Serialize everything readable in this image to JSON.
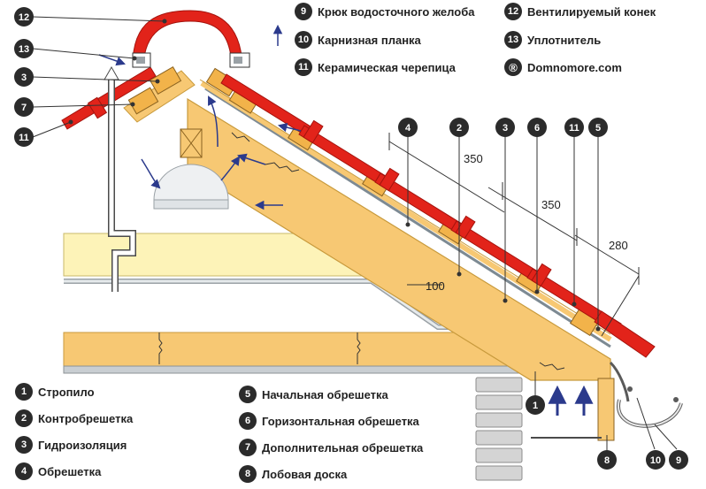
{
  "callouts": {
    "c12": "12",
    "c13": "13",
    "c3": "3",
    "c7": "7",
    "c11": "11",
    "r4": "4",
    "r2": "2",
    "r3": "3",
    "r6": "6",
    "r11": "11",
    "r5": "5",
    "b1": "1",
    "b8": "8",
    "b10": "10",
    "b9": "9"
  },
  "dimensions": {
    "d350a": "350",
    "d350b": "350",
    "d280": "280",
    "d100": "100"
  },
  "legend_top": [
    {
      "num": "9",
      "label": "Крюк водосточного желоба"
    },
    {
      "num": "10",
      "label": "Карнизная планка"
    },
    {
      "num": "11",
      "label": "Керамическая черепица"
    },
    {
      "num": "12",
      "label": "Вентилируемый конек"
    },
    {
      "num": "13",
      "label": "Уплотнитель"
    }
  ],
  "site": {
    "symbol": "®",
    "label": "Domnomore.com"
  },
  "legend_bottom": [
    {
      "num": "1",
      "label": "Стропило"
    },
    {
      "num": "2",
      "label": "Контробрешетка"
    },
    {
      "num": "3",
      "label": "Гидроизоляция"
    },
    {
      "num": "4",
      "label": "Обрешетка"
    },
    {
      "num": "5",
      "label": "Начальная обрешетка"
    },
    {
      "num": "6",
      "label": "Горизонтальная обрешетка"
    },
    {
      "num": "7",
      "label": "Дополнительная обрешетка"
    },
    {
      "num": "8",
      "label": "Лобовая доска"
    }
  ],
  "colors": {
    "tile": "#e2231a",
    "wood": "#f7c873",
    "insulation": "#fdf3b8",
    "brick": "#d4d4d4",
    "badge": "#2b2b2b"
  }
}
